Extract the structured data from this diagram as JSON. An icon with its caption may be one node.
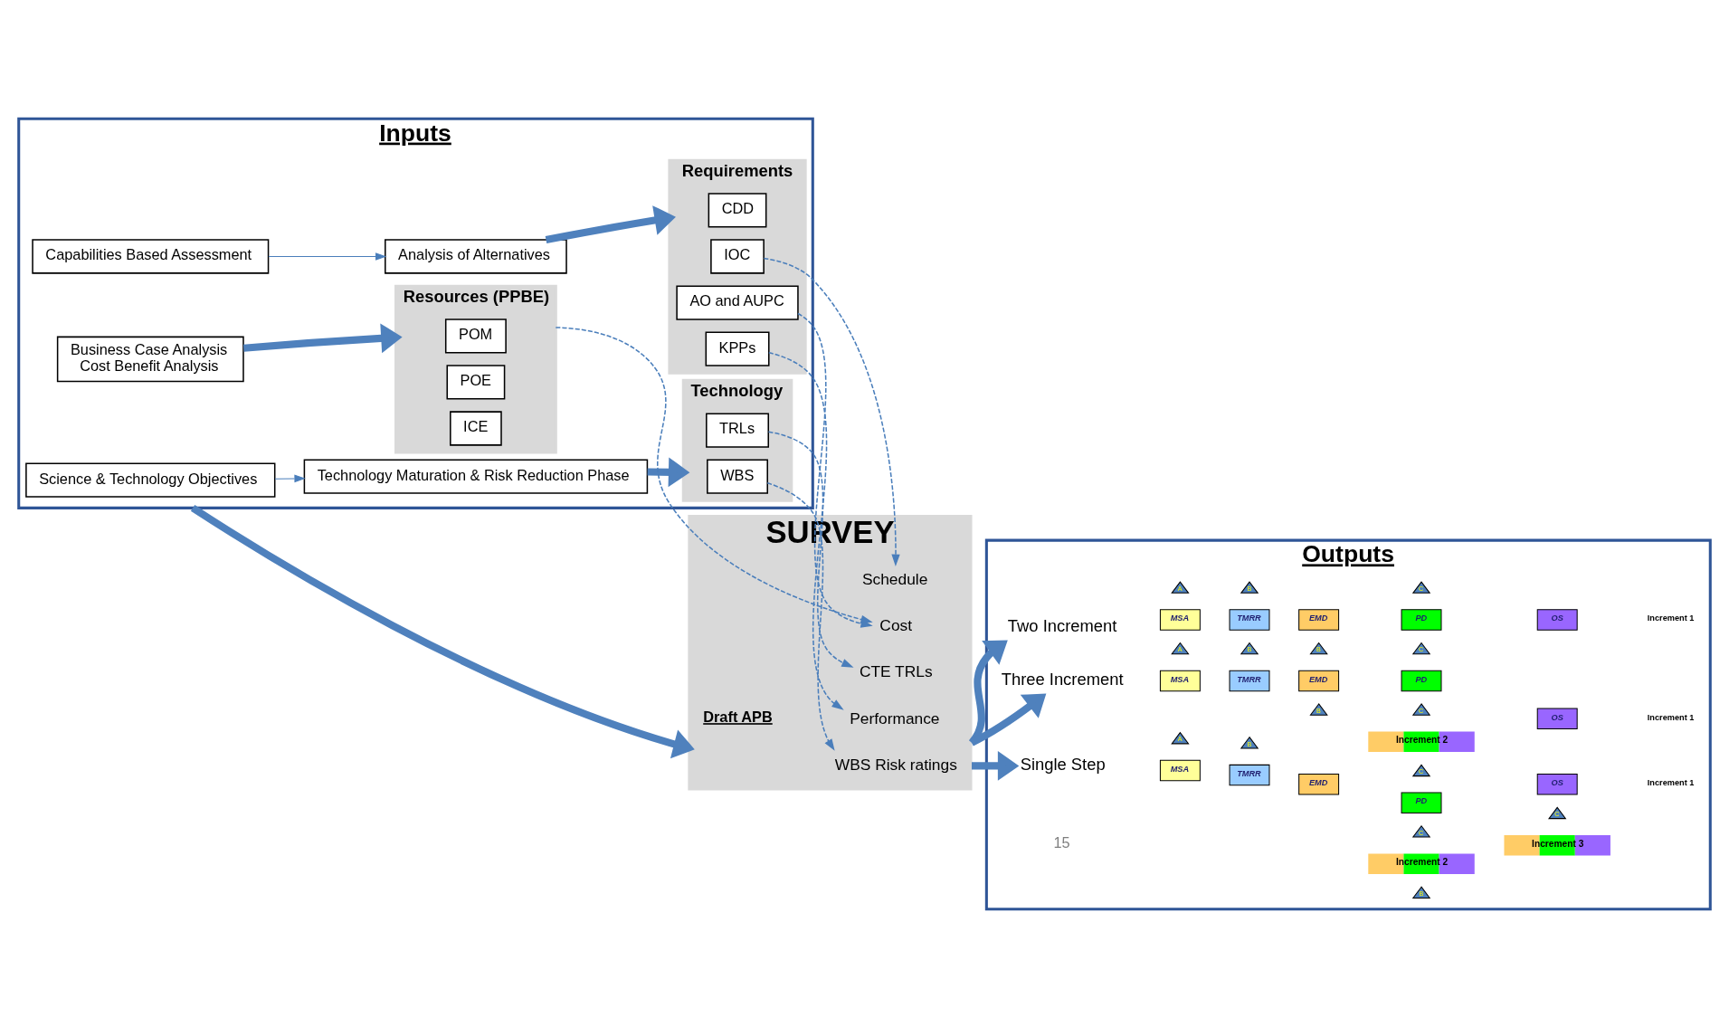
{
  "diagram": {
    "nodes": [
      {
        "text": [
          "Inputs"
        ]
      },
      {
        "text": [
          "Science & Technology Objectives"
        ],
        "in": 0
      },
      {
        "text": [
          "Technology Maturation & Risk Reduction Phase"
        ],
        "in": 0
      },
      {
        "text": [
          "Capabilities Based Assessment"
        ],
        "in": 0
      },
      {
        "text": [
          "Analysis of Alternatives"
        ],
        "in": 0
      },
      {
        "text": [
          "Business Case Analysis",
          "Cost Benefit Analysis"
        ],
        "in": 0
      },
      {
        "text": [
          "Technology"
        ],
        "in": 0
      },
      {
        "text": [
          "WBS"
        ],
        "in": 6
      },
      {
        "text": [
          "TRLs"
        ],
        "in": 6
      },
      {
        "text": [
          "Requirements"
        ],
        "in": 0
      },
      {
        "text": [
          "CDD"
        ],
        "in": 9
      },
      {
        "text": [
          "KPPs"
        ],
        "in": 9
      },
      {
        "text": [
          "IOC"
        ],
        "in": 9
      },
      {
        "text": [
          "AO and AUPC"
        ],
        "in": 9
      },
      {
        "text": [
          "Resources (PPBE)"
        ],
        "in": 0
      },
      {
        "text": [
          "POM"
        ],
        "in": 14
      },
      {
        "text": [
          "POE"
        ],
        "in": 14
      },
      {
        "text": [
          "ICE"
        ],
        "in": 14
      },
      {
        "text": [
          "SURVEY"
        ]
      },
      {
        "text": [
          "WBS Risk ratings"
        ],
        "in": 18
      },
      {
        "text": [
          "CTE TRLs"
        ],
        "in": 18
      },
      {
        "text": [
          "Performance"
        ],
        "in": 18
      },
      {
        "text": [
          "Schedule"
        ],
        "in": 18
      },
      {
        "text": [
          "Cost"
        ],
        "in": 18
      },
      {
        "text": [
          "Outputs"
        ]
      },
      {
        "text": [
          "Single Step"
        ],
        "in": 24
      },
      {
        "text": [
          "A"
        ],
        "in": 24
      },
      {
        "text": [
          "B"
        ],
        "in": 24
      },
      {
        "text": [
          "C"
        ],
        "in": 24
      },
      {
        "text": [
          "MSA"
        ],
        "in": 24
      },
      {
        "text": [
          "TMRR"
        ],
        "in": 24
      },
      {
        "text": [
          "EMD"
        ],
        "in": 24
      },
      {
        "text": [
          "PD"
        ],
        "in": 24
      },
      {
        "text": [
          "OS"
        ],
        "in": 24
      },
      {
        "text": [
          "Two Increment"
        ],
        "in": 24
      },
      {
        "text": [
          "A"
        ],
        "in": 24
      },
      {
        "text": [
          "B"
        ],
        "in": 24
      },
      {
        "text": [
          "C"
        ],
        "in": 24
      },
      {
        "text": [
          "MSA"
        ],
        "in": 24
      },
      {
        "text": [
          "TMRR"
        ],
        "in": 24
      },
      {
        "text": [
          "EMD"
        ],
        "in": 24
      },
      {
        "text": [
          "PD"
        ],
        "in": 24
      },
      {
        "text": [
          "OS"
        ],
        "in": 24
      },
      {
        "text": [
          "B"
        ],
        "in": 24
      },
      {
        "text": [
          "C"
        ],
        "in": 24
      },
      {
        "text": [
          "Increment 2"
        ],
        "in": 24
      },
      {
        "text": [
          "Three Increment"
        ],
        "in": 24
      },
      {
        "text": [
          "A"
        ],
        "in": 24
      },
      {
        "text": [
          "B"
        ],
        "in": 24
      },
      {
        "text": [
          "C"
        ],
        "in": 24
      },
      {
        "text": [
          "MSA"
        ],
        "in": 24
      },
      {
        "text": [
          "TMRR"
        ],
        "in": 24
      },
      {
        "text": [
          "EMD"
        ],
        "in": 24
      },
      {
        "text": [
          "PD"
        ],
        "in": 24
      },
      {
        "text": [
          "OS"
        ],
        "in": 24
      },
      {
        "text": [
          "B"
        ],
        "in": 24
      },
      {
        "text": [
          "C"
        ],
        "in": 24
      },
      {
        "text": [
          "Increment 2"
        ],
        "in": 24
      },
      {
        "text": [
          "B"
        ],
        "in": 24
      },
      {
        "text": [
          "C"
        ],
        "in": 24
      },
      {
        "text": [
          "Increment 3"
        ],
        "in": 24
      }
    ],
    "edges": [
      {
        "from": 1,
        "to": 2,
        "arrow": "to"
      },
      {
        "from": 3,
        "to": 4,
        "arrow": "to"
      },
      {
        "from": 2,
        "to": 6,
        "arrow": "to",
        "style": "thick"
      },
      {
        "from": 4,
        "to": 9,
        "arrow": "to",
        "style": "thick"
      },
      {
        "from": 5,
        "to": 14,
        "arrow": "to",
        "style": "thick"
      },
      {
        "from": 0,
        "to": 18,
        "arrow": "to",
        "style": "thick"
      },
      {
        "from": 18,
        "to": 25,
        "arrow": "to",
        "style": "thick"
      },
      {
        "from": 18,
        "to": 34,
        "arrow": "to",
        "style": "thick"
      },
      {
        "from": 18,
        "to": 46,
        "arrow": "to",
        "style": "thick"
      },
      {
        "from": 7,
        "to": 19,
        "arrow": "to",
        "style": "dashed"
      },
      {
        "from": 8,
        "to": 20,
        "arrow": "to",
        "style": "dashed"
      },
      {
        "from": 11,
        "to": 21,
        "arrow": "to",
        "style": "dashed"
      },
      {
        "from": 12,
        "to": 22,
        "arrow": "to",
        "style": "dashed"
      },
      {
        "from": 13,
        "to": 23,
        "arrow": "to",
        "style": "dashed"
      },
      {
        "from": 14,
        "to": 23,
        "arrow": "to",
        "style": "dashed"
      }
    ],
    "labels": [
      "Draft APB",
      "Increment 1",
      "Increment 1",
      "Increment 1",
      "15"
    ]
  }
}
